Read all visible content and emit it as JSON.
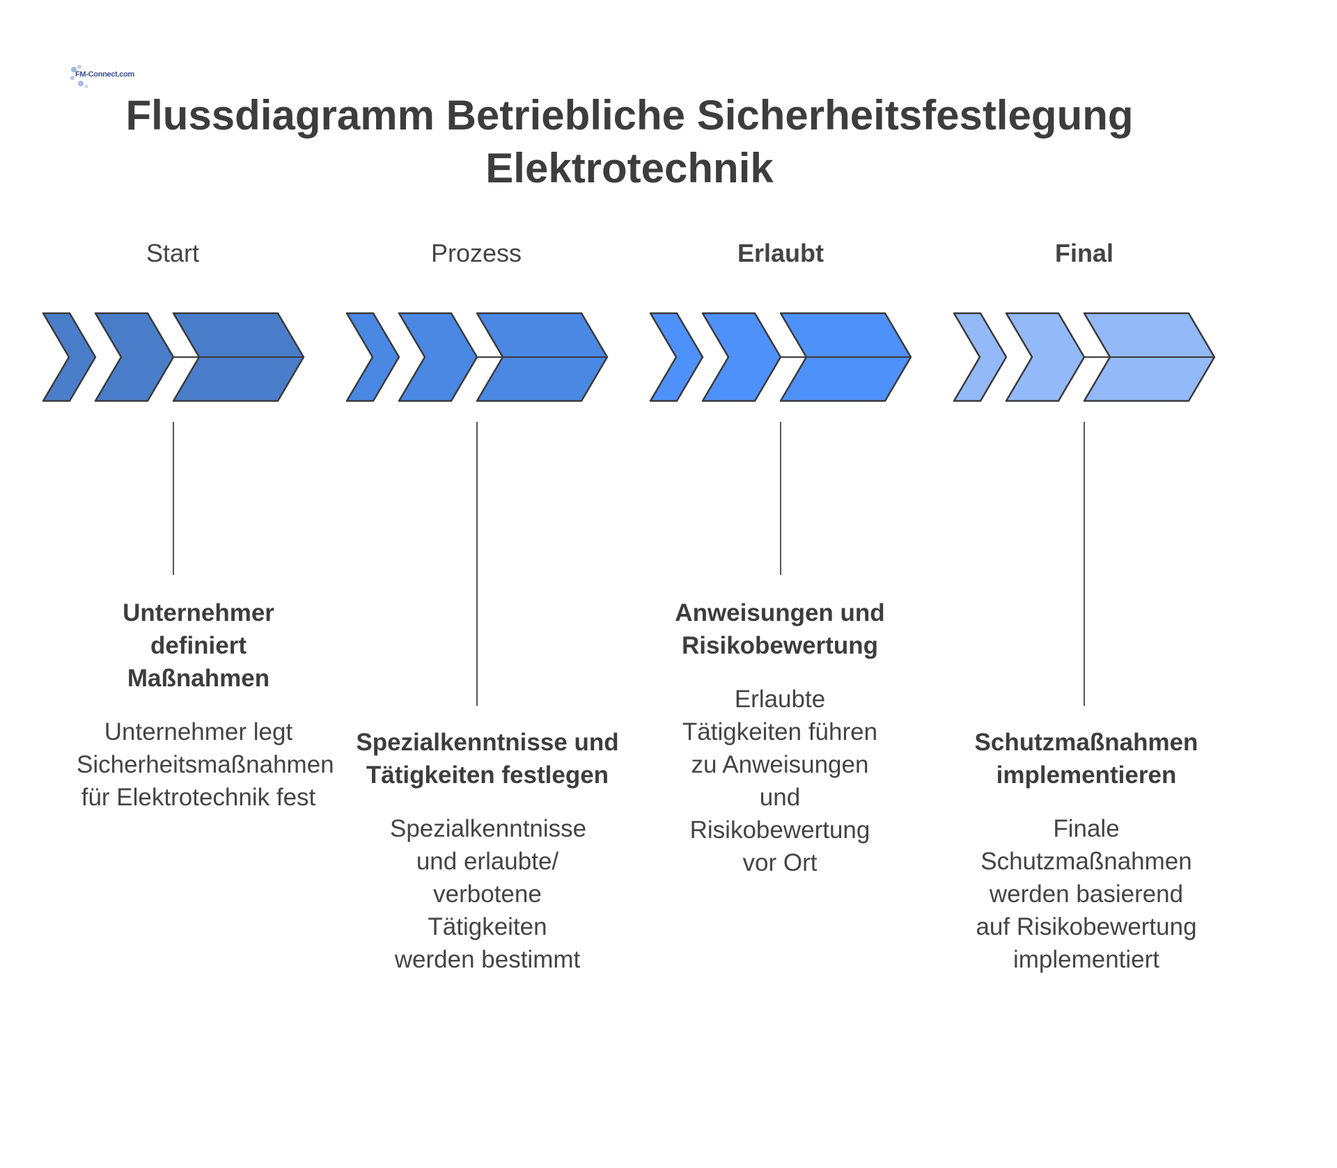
{
  "logo": {
    "text": "FM-Connect.com",
    "icon": "fm-connect-logo"
  },
  "title": "Flussdiagramm Betriebliche Sicherheitsfestlegung Elektrotechnik",
  "colors": {
    "start": "#4a7dc9",
    "prozess": "#4a88e4",
    "erlaubt": "#4f91fb",
    "final": "#93b9f8",
    "outline": "#3a3a3a",
    "text": "#3d3d3d"
  },
  "stages": [
    {
      "label": "Start"
    },
    {
      "label": "Prozess"
    },
    {
      "label": "Erlaubt"
    },
    {
      "label": "Final"
    }
  ],
  "steps": [
    {
      "title": "Unternehmer definiert Maßnahmen",
      "description": "Unternehmer legt Sicherheitsmaßnahmen für Elektrotechnik fest"
    },
    {
      "title": "Spezialkenntnisse und Tätigkeiten festlegen",
      "description": "Spezialkenntnisse und erlaubte/ verbotene Tätigkeiten werden bestimmt"
    },
    {
      "title": "Anweisungen und Risikobewertung",
      "description": "Erlaubte Tätigkeiten führen zu Anweisungen und Risikobewertung vor Ort"
    },
    {
      "title": "Schutzmaßnahmen implementieren",
      "description": "Finale Schutzmaßnahmen werden basierend auf Risikobewertung implementiert"
    }
  ]
}
